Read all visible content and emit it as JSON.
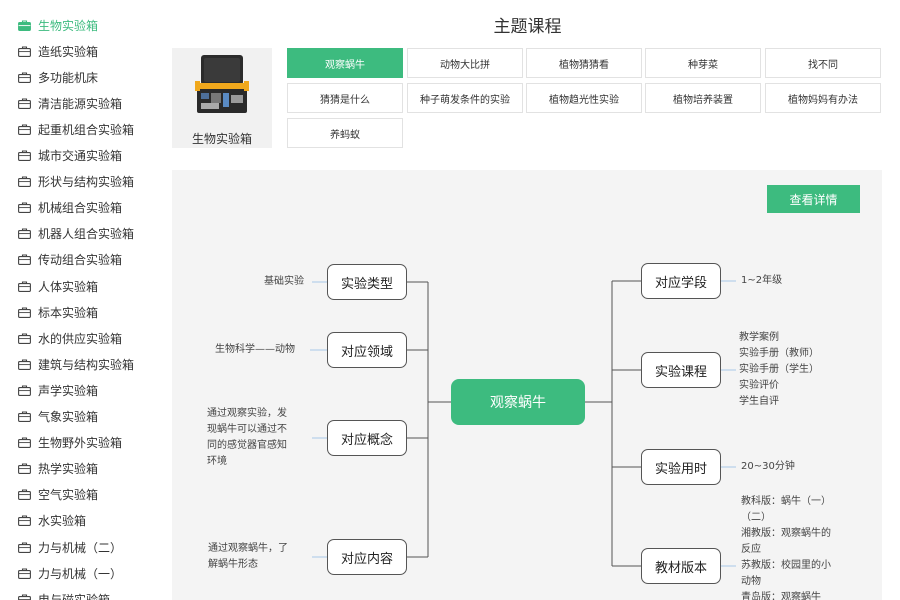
{
  "colors": {
    "accent": "#3dbb7f",
    "panel": "#f4f4f4"
  },
  "sidebar": {
    "items": [
      {
        "label": "生物实验箱",
        "active": true
      },
      {
        "label": "造纸实验箱"
      },
      {
        "label": "多功能机床"
      },
      {
        "label": "清洁能源实验箱"
      },
      {
        "label": "起重机组合实验箱"
      },
      {
        "label": "城市交通实验箱"
      },
      {
        "label": "形状与结构实验箱"
      },
      {
        "label": "机械组合实验箱"
      },
      {
        "label": "机器人组合实验箱"
      },
      {
        "label": "传动组合实验箱"
      },
      {
        "label": "人体实验箱"
      },
      {
        "label": "标本实验箱"
      },
      {
        "label": "水的供应实验箱"
      },
      {
        "label": "建筑与结构实验箱"
      },
      {
        "label": "声学实验箱"
      },
      {
        "label": "气象实验箱"
      },
      {
        "label": "生物野外实验箱"
      },
      {
        "label": "热学实验箱"
      },
      {
        "label": "空气实验箱"
      },
      {
        "label": "水实验箱"
      },
      {
        "label": "力与机械（二）"
      },
      {
        "label": "力与机械（一）"
      },
      {
        "label": "电与磁实验箱"
      }
    ],
    "icon": "briefcase-icon"
  },
  "header": {
    "title": "主题课程"
  },
  "product": {
    "label": "生物实验箱",
    "icon": "toolbox-image"
  },
  "topics": [
    {
      "label": "观察蜗牛",
      "active": true
    },
    {
      "label": "动物大比拼"
    },
    {
      "label": "植物猜猜看"
    },
    {
      "label": "种芽菜"
    },
    {
      "label": "找不同"
    },
    {
      "label": "猜猜是什么"
    },
    {
      "label": "种子萌发条件的实验"
    },
    {
      "label": "植物趋光性实验"
    },
    {
      "label": "植物培养装置"
    },
    {
      "label": "植物妈妈有办法"
    },
    {
      "label": "养蚂蚁"
    }
  ],
  "detail_button": "查看详情",
  "mindmap": {
    "center": "观察蜗牛",
    "left": [
      {
        "node": "实验类型",
        "leaf": [
          "基础实验"
        ]
      },
      {
        "node": "对应领域",
        "leaf": [
          "生物科学——动物"
        ]
      },
      {
        "node": "对应概念",
        "leaf": [
          "通过观察实验，发",
          "现蜗牛可以通过不",
          "同的感觉器官感知",
          "环境"
        ]
      },
      {
        "node": "对应内容",
        "leaf": [
          "通过观察蜗牛，了",
          "解蜗牛形态"
        ]
      }
    ],
    "right": [
      {
        "node": "对应学段",
        "leaf": [
          "1~2年级"
        ]
      },
      {
        "node": "实验课程",
        "leaf": [
          "教学案例",
          "实验手册（教师）",
          "实验手册（学生）",
          "实验评价",
          "学生自评"
        ]
      },
      {
        "node": "实验用时",
        "leaf": [
          "20~30分钟"
        ]
      },
      {
        "node": "教材版本",
        "leaf": [
          "教科版：蜗牛（一）",
          "（二）",
          "湘教版：观察蜗牛的",
          "反应",
          "苏教版：校园里的小",
          "动物",
          "青岛版：观察蜗牛"
        ]
      }
    ]
  }
}
